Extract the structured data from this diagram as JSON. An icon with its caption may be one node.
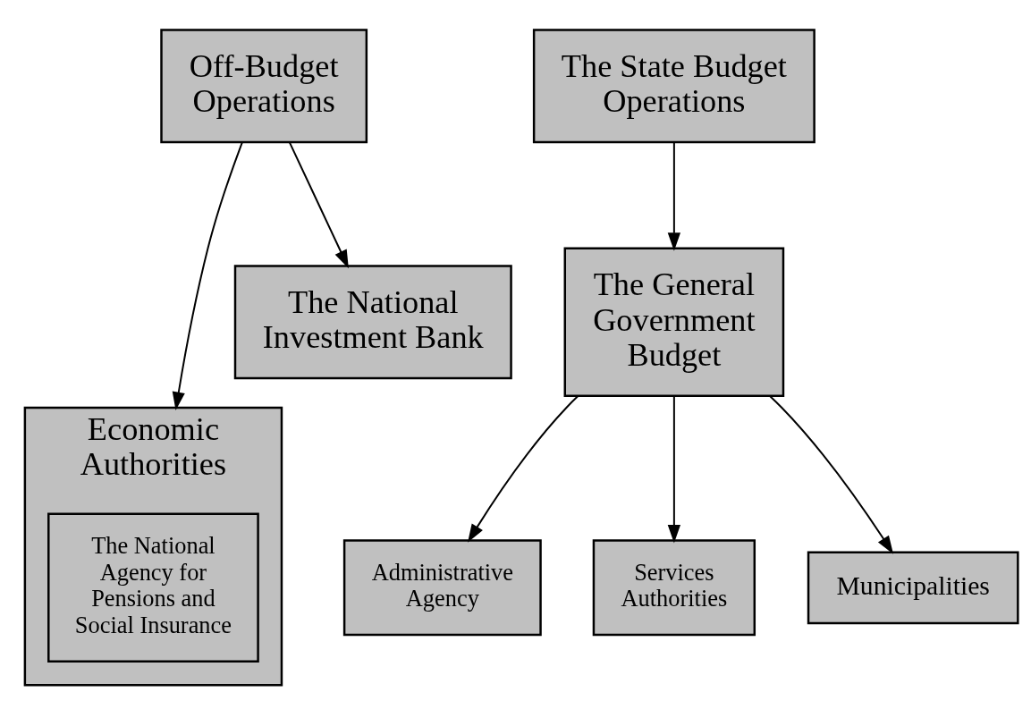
{
  "diagram": {
    "nodes": [
      {
        "text": [
          "Off-Budget Operations"
        ]
      },
      {
        "text": [
          "Economic Authorities"
        ]
      },
      {
        "text": [
          "The National Agency for Pensions and Social Insurance"
        ],
        "in": 1
      },
      {
        "text": [
          "The National Investment Bank"
        ]
      },
      {
        "text": [
          "The State Budget Operations"
        ]
      },
      {
        "text": [
          "The General Government Budget"
        ]
      },
      {
        "text": [
          "Administrative Agency"
        ]
      },
      {
        "text": [
          "Services Authorities"
        ]
      },
      {
        "text": [
          "Municipalities"
        ]
      }
    ],
    "edges": [
      {
        "from": 0,
        "to": 1,
        "arrow": "to"
      },
      {
        "from": 0,
        "to": 3,
        "arrow": "to"
      },
      {
        "from": 4,
        "to": 5,
        "arrow": "to"
      },
      {
        "from": 5,
        "to": 6,
        "arrow": "to"
      },
      {
        "from": 5,
        "to": 8,
        "arrow": "to"
      },
      {
        "from": 5,
        "to": 7,
        "arrow": "to"
      }
    ]
  }
}
